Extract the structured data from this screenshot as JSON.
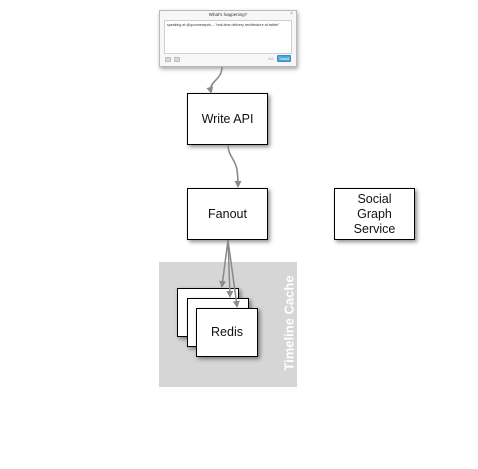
{
  "dialog": {
    "title": "What's happening?",
    "close": "×",
    "text": "speaking at @qconnewyork – \"real-time delivery architecture at twitter\"",
    "counter": "64",
    "button": "Tweet"
  },
  "nodes": {
    "write_api": "Write API",
    "fanout": "Fanout",
    "social_graph": "Social\nGraph\nService",
    "redis": "Redis"
  },
  "cache": {
    "label": "Timeline Cache"
  }
}
